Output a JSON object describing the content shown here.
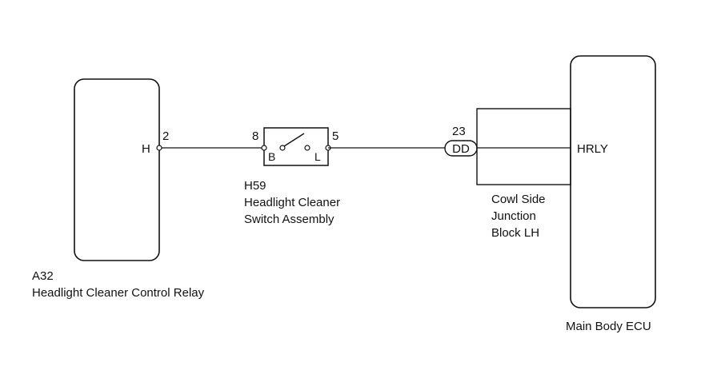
{
  "relay": {
    "code": "A32",
    "name": "Headlight Cleaner Control Relay",
    "terminal": "H",
    "pin": "2"
  },
  "switch": {
    "code": "H59",
    "name_line1": "Headlight Cleaner",
    "name_line2": "Switch Assembly",
    "pin_in": "8",
    "pin_out": "5",
    "term_in": "B",
    "term_out": "L"
  },
  "junction": {
    "pin": "23",
    "connector": "DD",
    "name_line1": "Cowl Side",
    "name_line2": "Junction",
    "name_line3": "Block LH"
  },
  "ecu": {
    "terminal": "HRLY",
    "name": "Main Body ECU"
  },
  "colors": {
    "line": "#111111",
    "background": "#ffffff"
  }
}
